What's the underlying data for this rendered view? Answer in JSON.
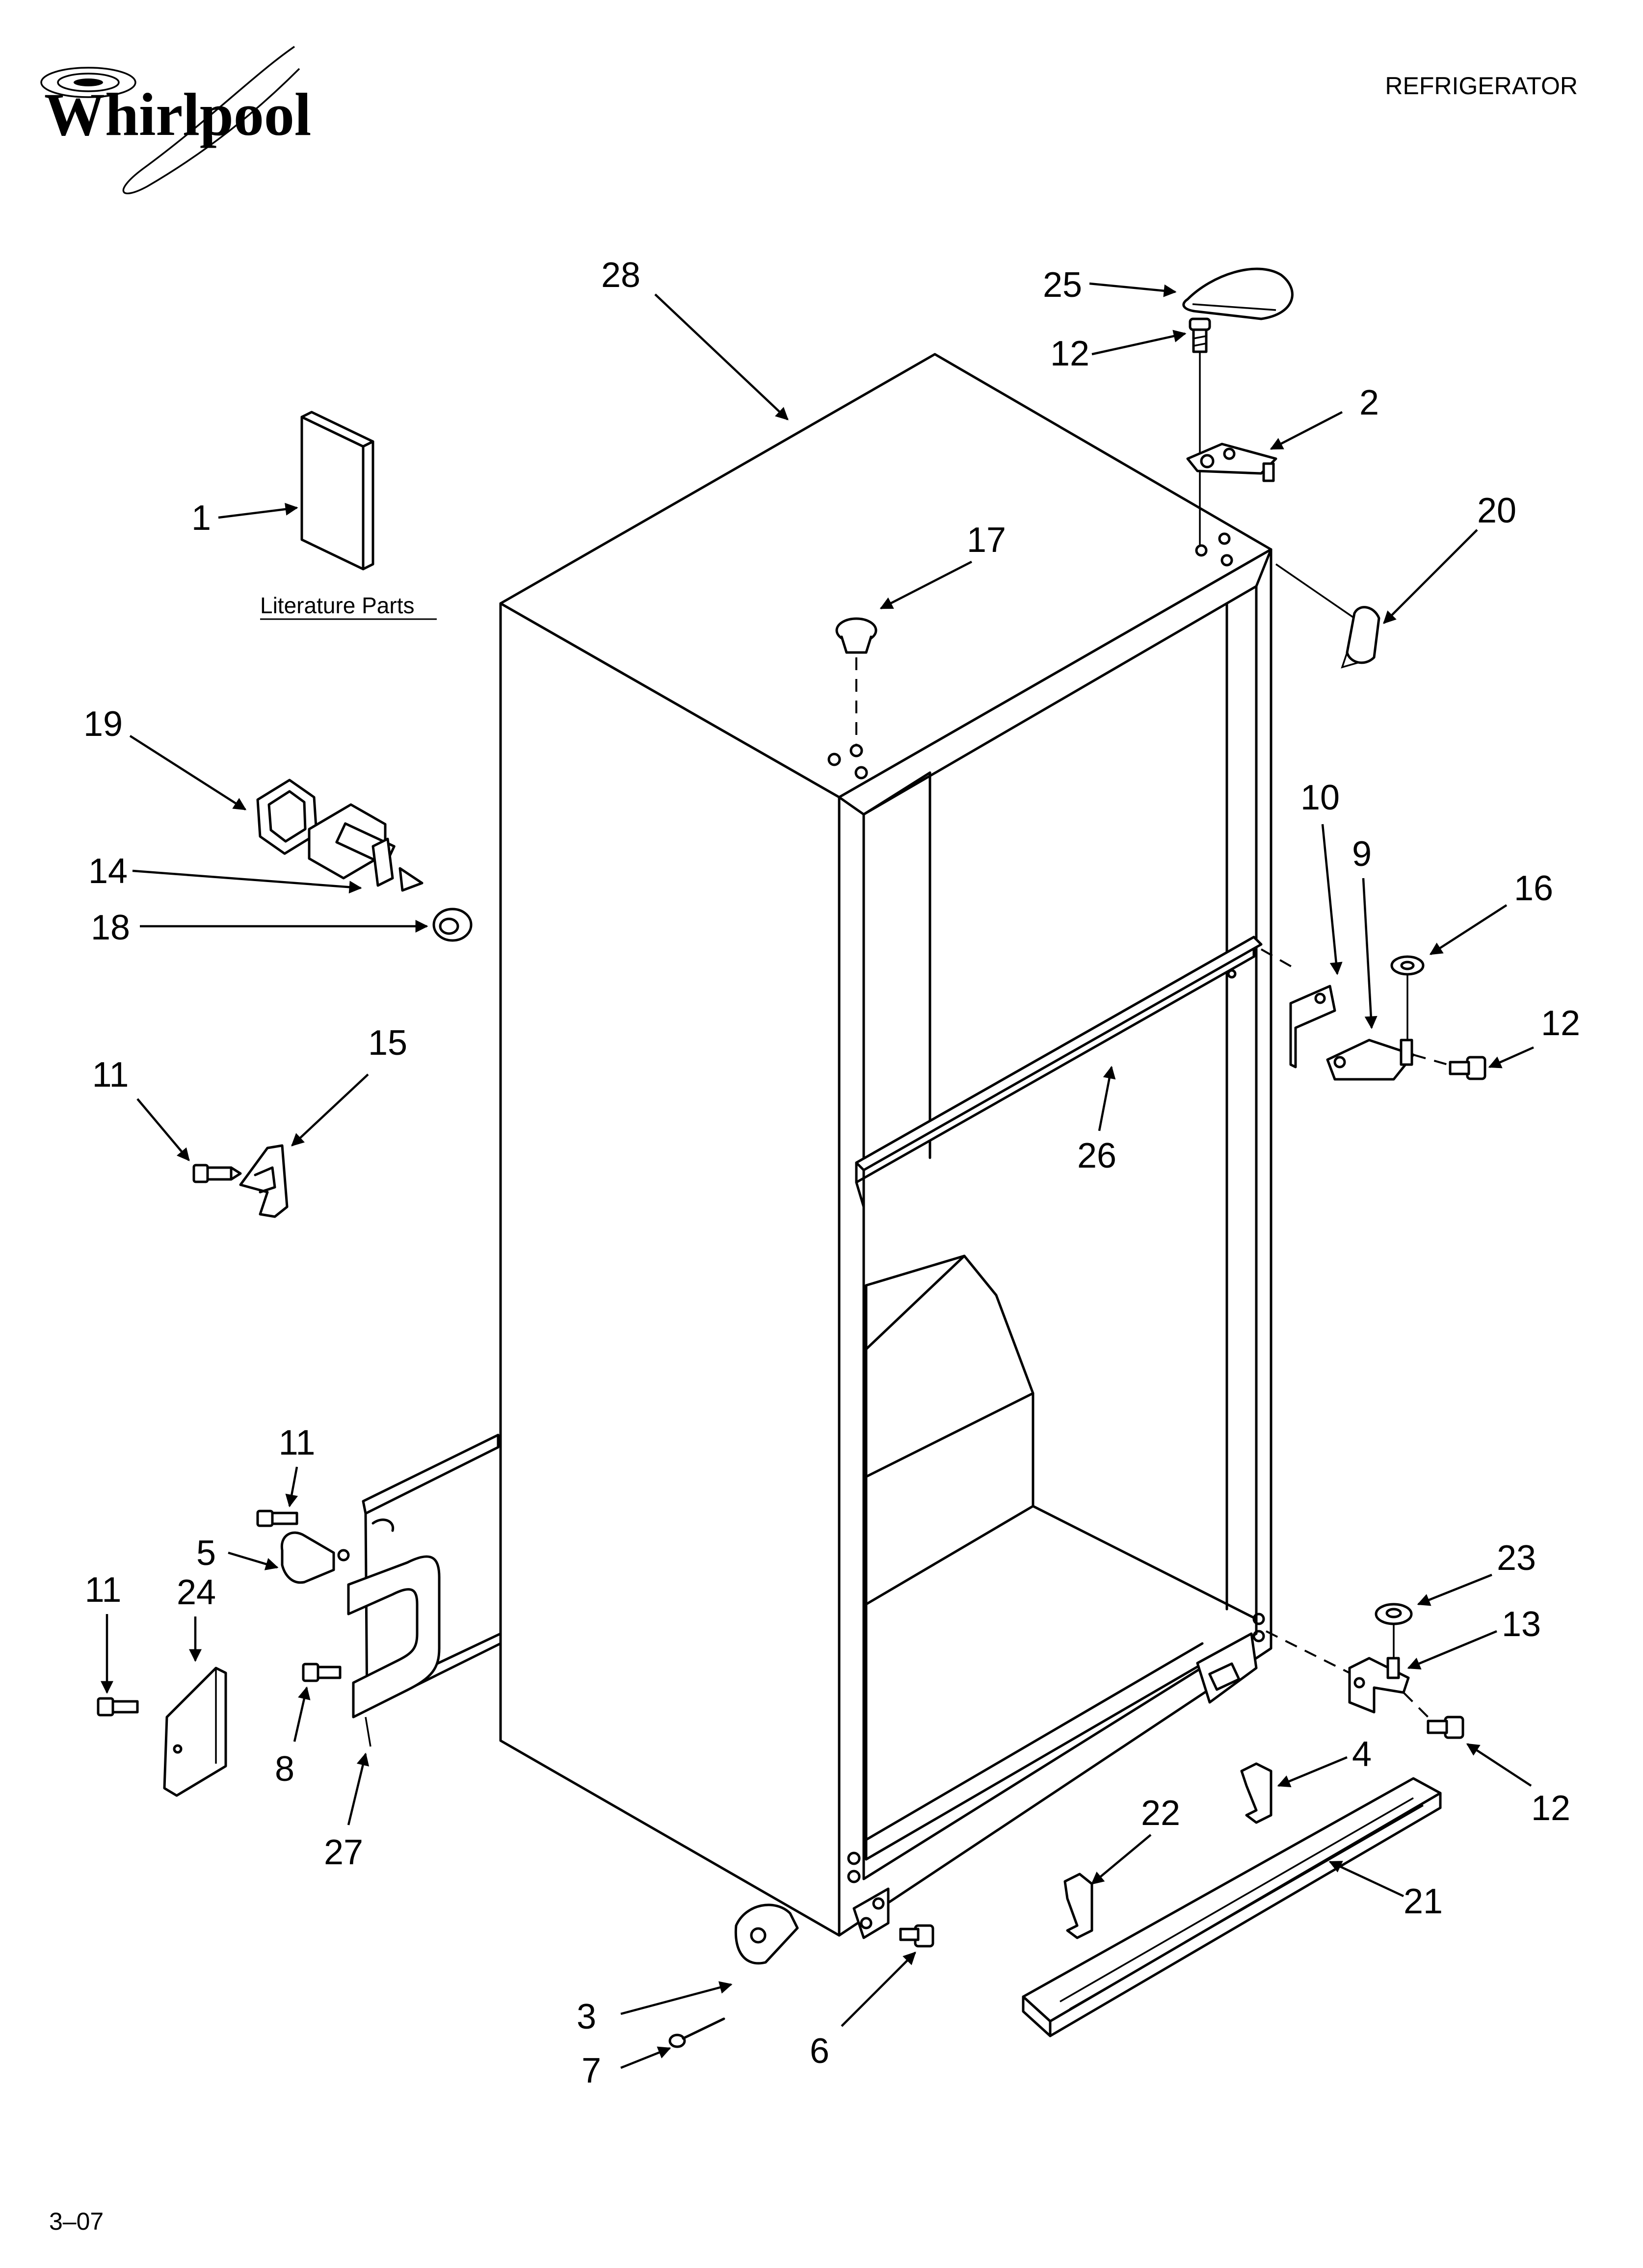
{
  "header": {
    "brand": "Whirlpool",
    "category": "REFRIGERATOR"
  },
  "footer": {
    "code": "3–07"
  },
  "literature_caption": "Literature Parts",
  "callouts": {
    "c1": "1",
    "c2": "2",
    "c3": "3",
    "c4": "4",
    "c5": "5",
    "c6": "6",
    "c7": "7",
    "c8": "8",
    "c9": "9",
    "c10": "10",
    "c11a": "11",
    "c11b": "11",
    "c11c": "11",
    "c12a": "12",
    "c12b": "12",
    "c12c": "12",
    "c13": "13",
    "c14": "14",
    "c15": "15",
    "c16": "16",
    "c17": "17",
    "c18": "18",
    "c19": "19",
    "c20": "20",
    "c21": "21",
    "c22": "22",
    "c23": "23",
    "c24": "24",
    "c25": "25",
    "c26": "26",
    "c27": "27",
    "c28": "28"
  }
}
